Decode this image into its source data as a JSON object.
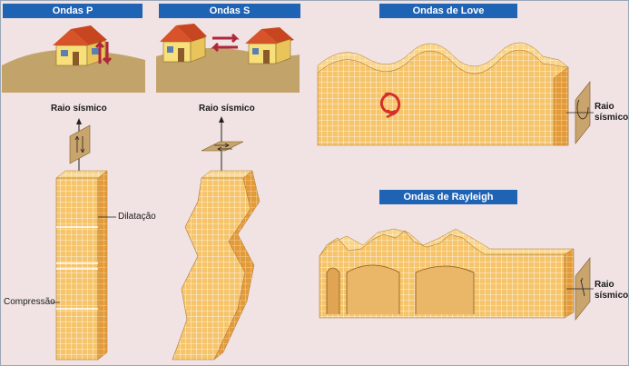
{
  "titles": {
    "p_waves": "Ondas P",
    "s_waves": "Ondas S",
    "love_waves": "Ondas de Love",
    "rayleigh_waves": "Ondas de Rayleigh"
  },
  "labels": {
    "raio_p": "Raio sísmico",
    "raio_s": "Raio sísmico",
    "raio_love_1": "Raio",
    "raio_love_2": "sísmico",
    "raio_rayleigh_1": "Raio",
    "raio_rayleigh_2": "sísmico",
    "dilatacao": "Dilatação",
    "compressao": "Compressão"
  },
  "colors": {
    "badge": "#1f63b4",
    "background": "#f1e3e3",
    "ground": "#c2a46a",
    "block_front": "#f6c46a",
    "block_side": "#e39a3a",
    "grid": "#ffffff",
    "house_wall": "#f7df7a",
    "house_roof": "#d8532a",
    "arrow_red": "#b0263a",
    "plane": "#c9a46c"
  }
}
